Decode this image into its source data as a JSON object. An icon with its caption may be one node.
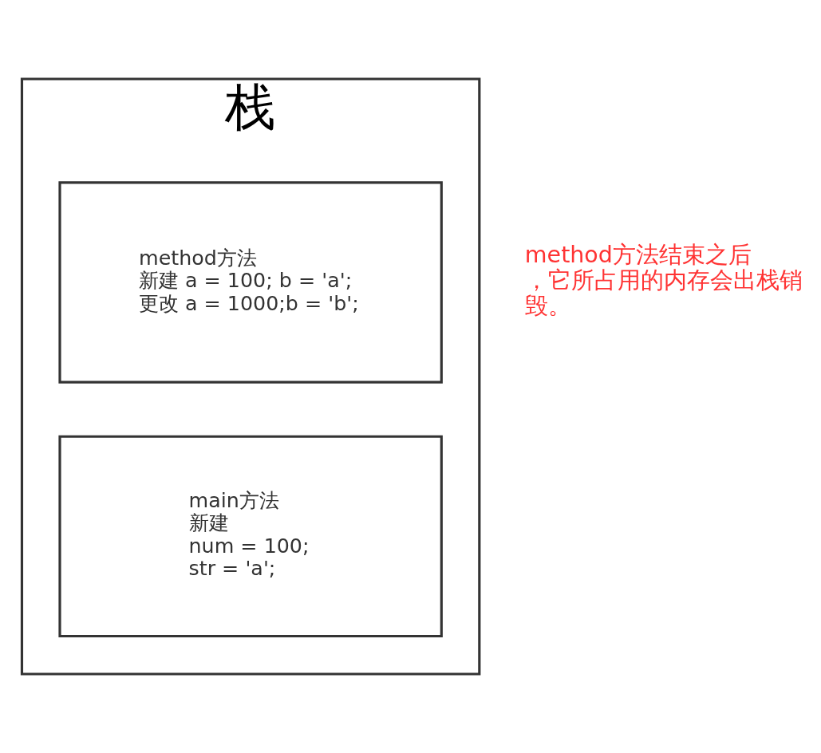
{
  "diagram": {
    "nodes": [
      {
        "text": [
          "栈"
        ]
      },
      {
        "text": [
          "method方法",
          "新建 a = 100; b = 'a';",
          "更改 a = 1000;b = 'b';"
        ],
        "in": 0
      },
      {
        "text": [
          "main方法",
          "新建",
          "num = 100;",
          "str = 'a';"
        ],
        "in": 0
      }
    ],
    "edges": [],
    "labels": [
      "method方法结束之后，它所占用的内存会出栈销毁。"
    ]
  }
}
